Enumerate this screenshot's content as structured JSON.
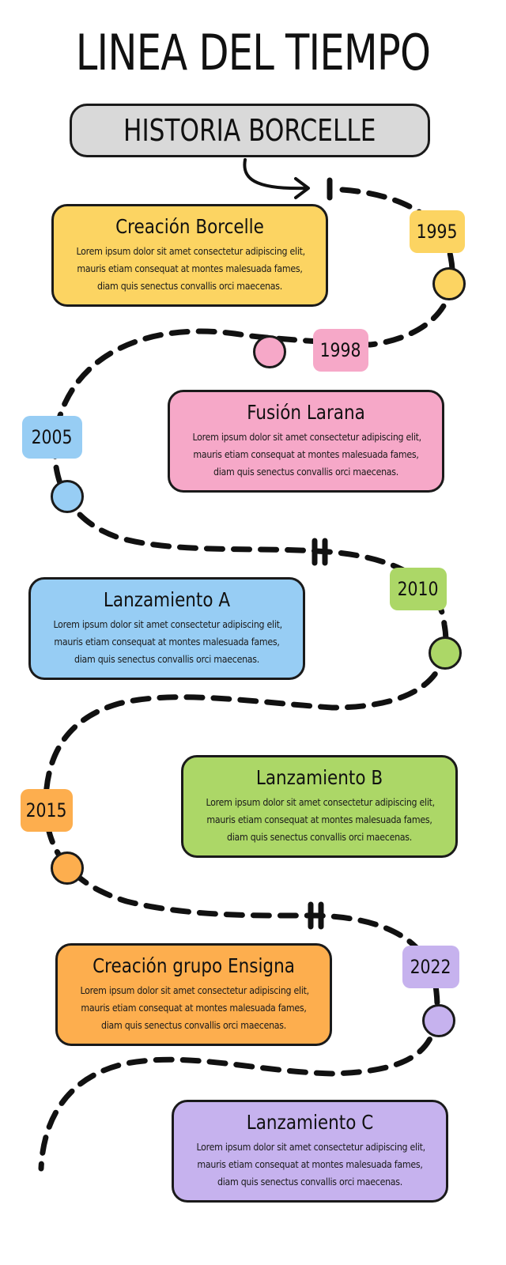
{
  "title": "LINEA DEL TIEMPO",
  "subtitle": "HISTORIA BORCELLE",
  "colors": {
    "yellow": "#fcd462",
    "pink": "#f6a8c8",
    "blue": "#97cdf4",
    "green": "#acd767",
    "orange": "#fdae4e",
    "purple": "#c6b2ee",
    "outline": "#1a1a1a",
    "subtitle_bg": "#d9d9d9"
  },
  "events": [
    {
      "year": "1995",
      "title": "Creación Borcelle",
      "body": [
        "Lorem ipsum dolor sit amet consectetur adipiscing elit,",
        "mauris etiam consequat at montes malesuada fames,",
        "diam quis senectus convallis orci maecenas."
      ],
      "color": "yellow"
    },
    {
      "year": "1998",
      "title": "Fusión Larana",
      "body": [
        "Lorem ipsum dolor sit amet consectetur adipiscing elit,",
        "mauris etiam consequat at montes malesuada fames,",
        "diam quis senectus convallis orci maecenas."
      ],
      "color": "pink"
    },
    {
      "year": "2005",
      "title": "Lanzamiento A",
      "body": [
        "Lorem ipsum dolor sit amet consectetur adipiscing elit,",
        "mauris etiam consequat at montes malesuada fames,",
        "diam quis senectus convallis orci maecenas."
      ],
      "color": "blue"
    },
    {
      "year": "2010",
      "title": "Lanzamiento B",
      "body": [
        "Lorem ipsum dolor sit amet consectetur adipiscing elit,",
        "mauris etiam consequat at montes malesuada fames,",
        "diam quis senectus convallis orci maecenas."
      ],
      "color": "green"
    },
    {
      "year": "2015",
      "title": "Creación grupo Ensigna",
      "body": [
        "Lorem ipsum dolor sit amet consectetur adipiscing elit,",
        "mauris etiam consequat at montes malesuada fames,",
        "diam quis senectus convallis orci maecenas."
      ],
      "color": "orange"
    },
    {
      "year": "2022",
      "title": "Lanzamiento C",
      "body": [
        "Lorem ipsum dolor sit amet consectetur adipiscing elit,",
        "mauris etiam consequat at montes malesuada fames,",
        "diam quis senectus convallis orci maecenas."
      ],
      "color": "purple"
    }
  ]
}
